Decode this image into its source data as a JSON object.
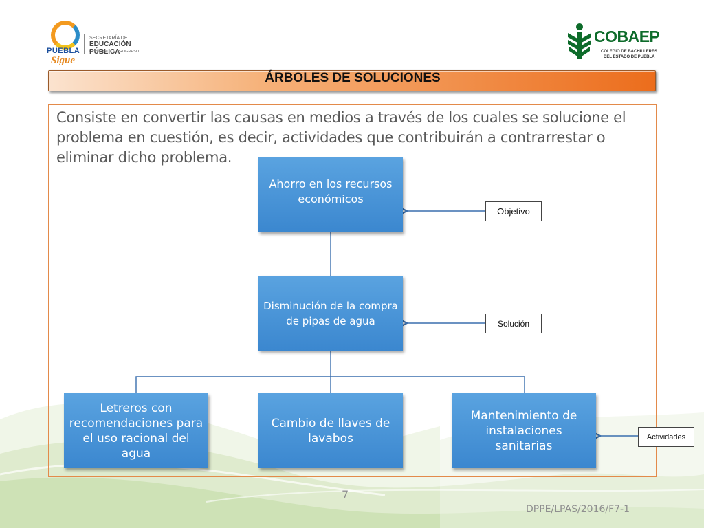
{
  "logos": {
    "left": {
      "city": "PUEBLA",
      "tagline": "Sigue",
      "secretaria": "SECRETARÍA DE",
      "education": "EDUCACIÓN PÚBLICA",
      "government": "GOBIERNO DE PROGRESO"
    },
    "right": {
      "name": "COBAEP",
      "line1": "COLEGIO DE BACHILLERES",
      "line2": "DEL ESTADO DE PUEBLA"
    }
  },
  "slide": {
    "title": "ÁRBOLES DE SOLUCIONES",
    "description": "Consiste en convertir las causas en medios a través de los cuales se solucione el problema en cuestión, es decir, actividades que contribuirán a contrarrestar o eliminar dicho problema.",
    "page_number": "7",
    "doc_code": "DPPE/LPAS/2016/F7-1"
  },
  "diagram": {
    "objective": "Ahorro en los recursos económicos",
    "solution": "Disminución de la compra de pipas de agua",
    "activities": [
      "Letreros con recomendaciones para el uso racional del agua",
      "Cambio de llaves de lavabos",
      "Mantenimiento de instalaciones sanitarias"
    ],
    "labels": {
      "objective": "Objetivo",
      "solution": "Solución",
      "activities": "Actividades"
    },
    "node_color": "#3b87cf",
    "connector_color": "#3a6fae"
  }
}
